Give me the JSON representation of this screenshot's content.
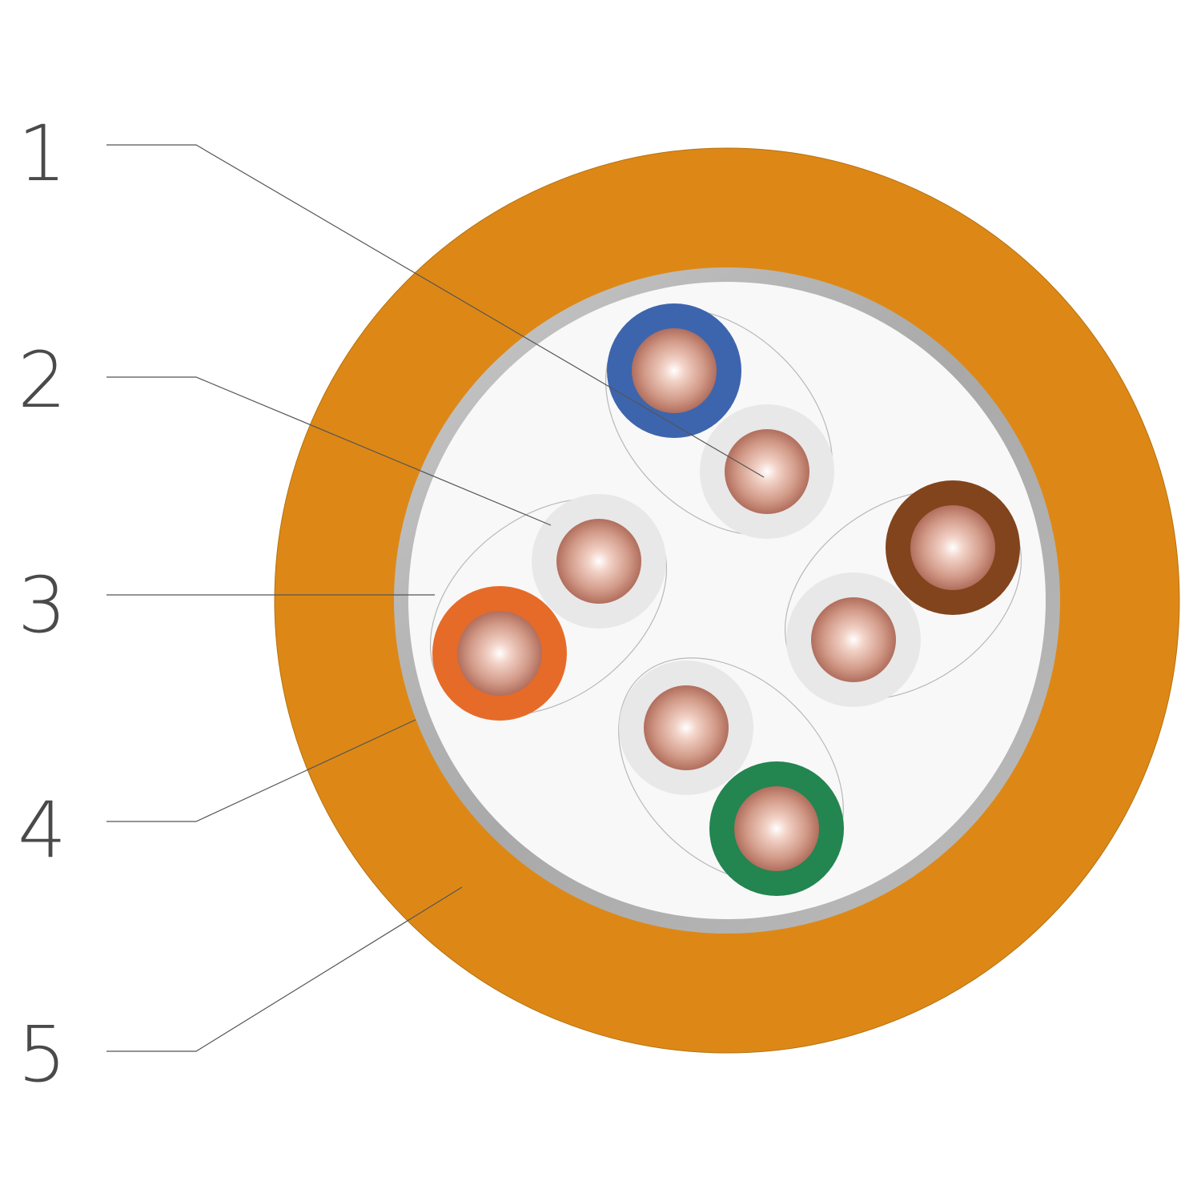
{
  "diagram": {
    "type": "cable cross-section",
    "callouts": [
      {
        "number": "1",
        "part": "conductor"
      },
      {
        "number": "2",
        "part": "insulation"
      },
      {
        "number": "3",
        "part": "filler"
      },
      {
        "number": "4",
        "part": "shield"
      },
      {
        "number": "5",
        "part": "outer-jacket"
      }
    ],
    "colors": {
      "jacket": "#dd8816",
      "shield": "#b3b3b3",
      "filler": "#f8f8f8",
      "copper_light": "#f6dcd3",
      "copper_dark": "#b16e5d",
      "insulation_white": "#e8e8e8",
      "blue": "#3d65ad",
      "brown": "#82441c",
      "orange": "#e66b28",
      "green": "#238550",
      "leader_line": "#555555",
      "number_text": "#4a4a4a"
    },
    "pairs": [
      {
        "name": "blue-pair",
        "colored_insulation": "blue"
      },
      {
        "name": "brown-pair",
        "colored_insulation": "brown"
      },
      {
        "name": "orange-pair",
        "colored_insulation": "orange"
      },
      {
        "name": "green-pair",
        "colored_insulation": "green"
      }
    ]
  }
}
